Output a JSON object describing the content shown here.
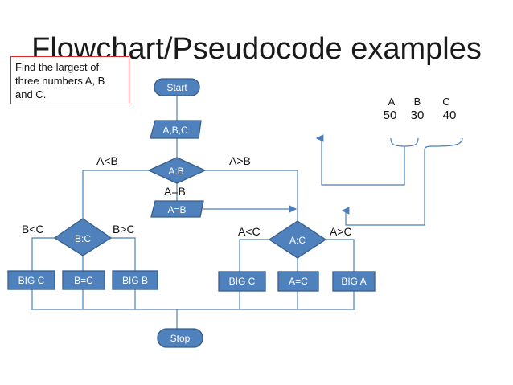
{
  "title": "Flowchart/Pseudocode  examples",
  "note": "Find the largest of three numbers A, B and C.",
  "nodes": {
    "start": "Start",
    "input": "A,B,C",
    "cmp_ab": "A:B",
    "assign_ab": "A=B",
    "cmp_bc": "B:C",
    "cmp_ac": "A:C",
    "big_c_left": "BIG C",
    "b_eq_c": "B=C",
    "big_b": "BIG B",
    "big_c_right": "BIG C",
    "a_eq_c": "A=C",
    "big_a": "BIG A",
    "stop": "Stop"
  },
  "edges": {
    "a_lt_b": "A<B",
    "a_gt_b": "A>B",
    "a_eq_b": "A=B",
    "b_lt_c": "B<C",
    "b_gt_c": "B>C",
    "a_lt_c": "A<C",
    "a_gt_c": "A>C"
  },
  "variables": {
    "names": [
      "A",
      "B",
      "C"
    ],
    "values": [
      "50",
      "30",
      "40"
    ]
  },
  "colors": {
    "node_fill": "#4f81bd",
    "node_stroke": "#385d8a",
    "line": "#4a7ebb",
    "note_border": "#d7262b"
  }
}
